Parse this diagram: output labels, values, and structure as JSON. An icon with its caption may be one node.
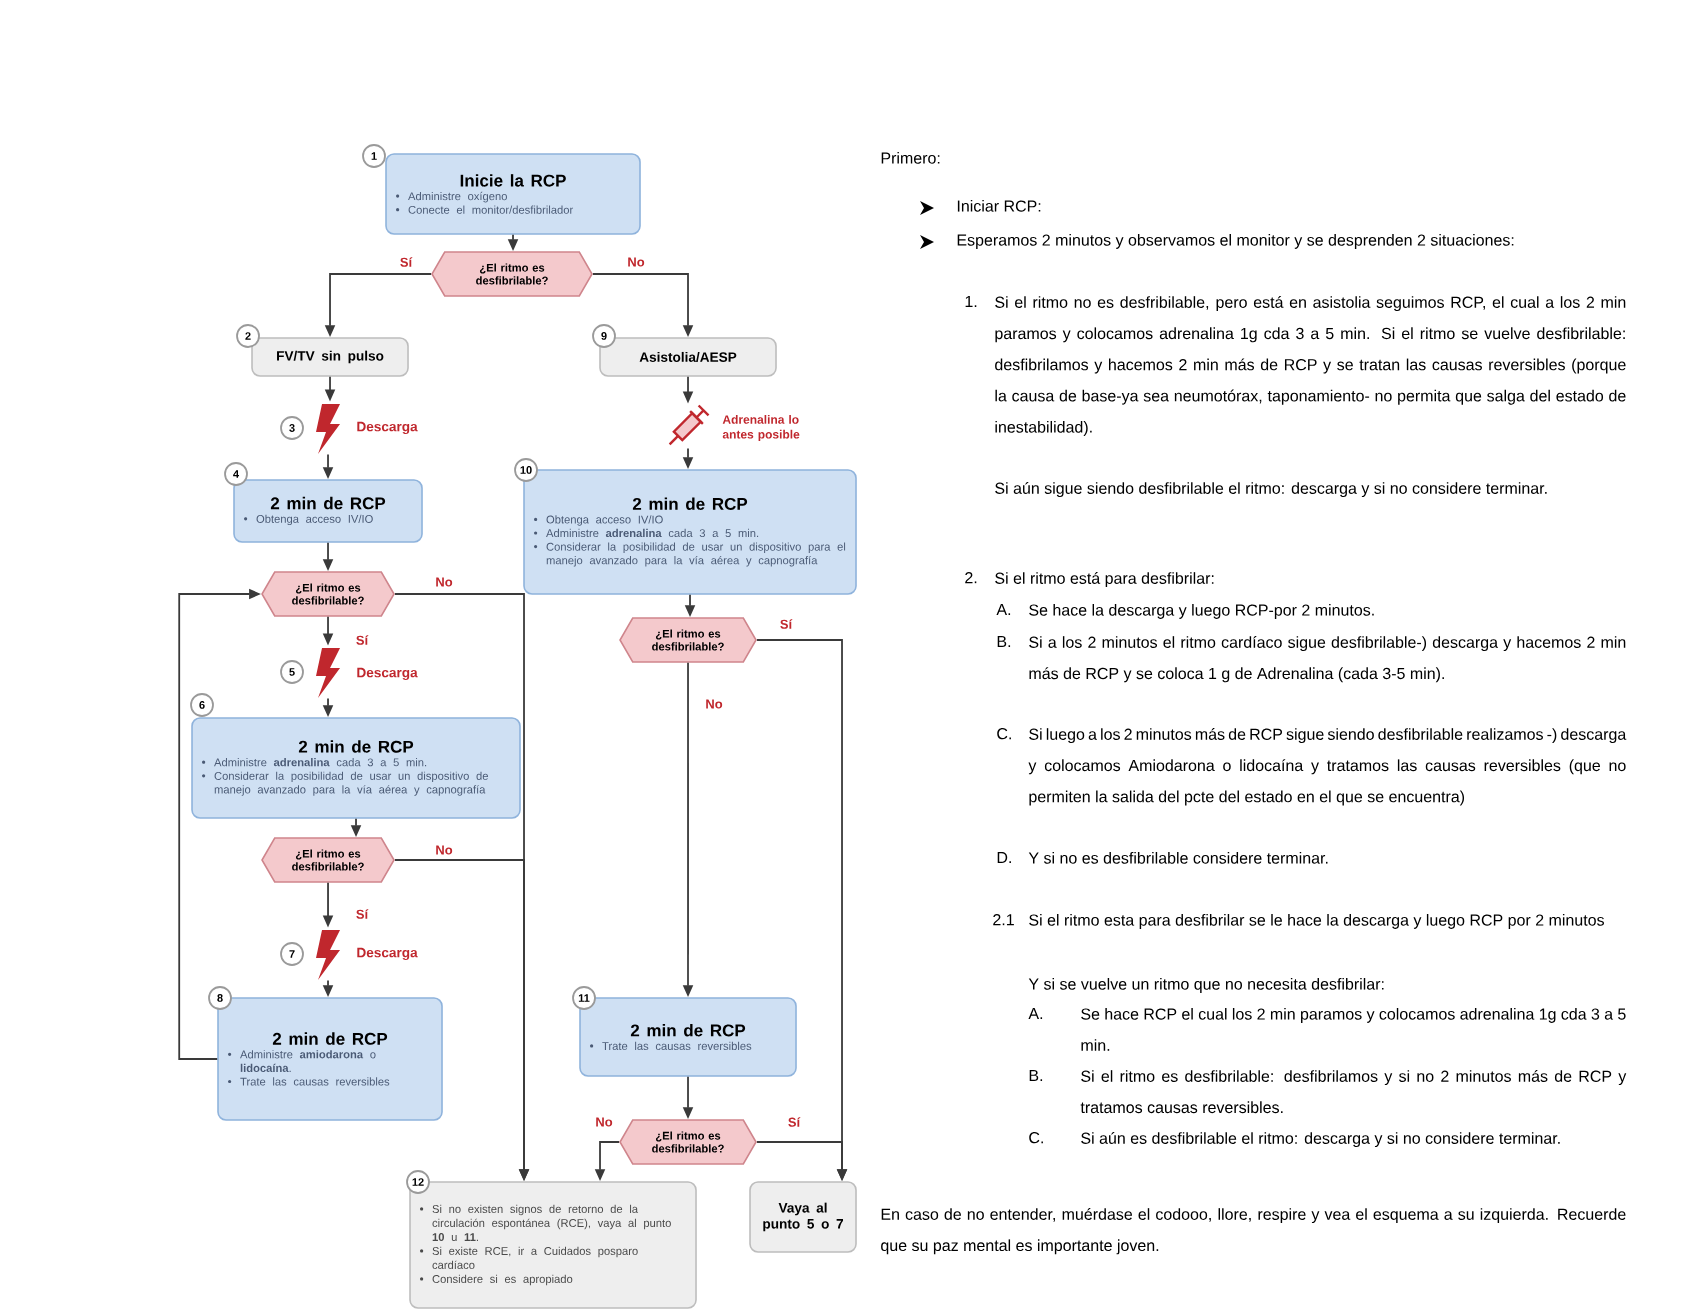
{
  "diagram": {
    "nodes": [
      {
        "text": [
          "Inicie la RCP",
          "Administre oxígeno",
          "Conecte el monitor/desfibrilador"
        ],
        "beside": [
          "1"
        ]
      },
      {
        "text": [
          "¿El ritmo es desfibrilable?"
        ]
      },
      {
        "text": [
          "FV/TV sin pulso"
        ],
        "beside": [
          "2"
        ]
      },
      {
        "text": [],
        "shape": "lightning",
        "beside": [
          "3",
          "Descarga"
        ]
      },
      {
        "text": [
          "2 min de RCP",
          "Obtenga acceso IV/IO"
        ],
        "beside": [
          "4"
        ]
      },
      {
        "text": [
          "¿El ritmo es desfibrilable?"
        ]
      },
      {
        "text": [],
        "shape": "lightning",
        "beside": [
          "5",
          "Descarga"
        ]
      },
      {
        "text": [
          "2 min de RCP",
          "Administre **adrenalina** cada 3 a 5 min.",
          "Considerar la posibilidad de usar un dispositivo de manejo avanzado para la vía aérea y capnografía"
        ],
        "beside": [
          "6"
        ]
      },
      {
        "text": [
          "¿El ritmo es desfibrilable?"
        ]
      },
      {
        "text": [],
        "shape": "lightning",
        "beside": [
          "7",
          "Descarga"
        ]
      },
      {
        "text": [
          "2 min de RCP",
          "Administre **amiodarona** o **lidocaína**.",
          "Trate las causas reversibles"
        ],
        "beside": [
          "8"
        ]
      },
      {
        "text": [
          "Asistolia/AESP"
        ],
        "beside": [
          "9"
        ]
      },
      {
        "text": [],
        "shape": "syringe",
        "beside": [
          "Adrenalina lo antes posible"
        ]
      },
      {
        "text": [
          "2 min de RCP",
          "Obtenga acceso IV/IO",
          "Administre **adrenalina** cada 3 a 5 min.",
          "Considerar la posibilidad de usar un dispositivo para el manejo avanzado para la vía aérea y capnografía"
        ],
        "beside": [
          "10"
        ]
      },
      {
        "text": [
          "¿El ritmo es desfibrilable?"
        ]
      },
      {
        "text": [
          "2 min de RCP",
          "Trate las causas reversibles"
        ],
        "beside": [
          "11"
        ]
      },
      {
        "text": [
          "¿El ritmo es desfibrilable?"
        ]
      },
      {
        "text": [
          "Si no existen signos de retorno de la circulación espontánea (RCE), vaya al punto **10** u **11**.",
          "Si existe RCE, ir a Cuidados posparo cardíaco",
          "Considere si es apropiado"
        ],
        "beside": [
          "12"
        ]
      },
      {
        "text": [
          "Vaya al punto 5 o 7"
        ]
      }
    ],
    "edges": [
      {
        "from": 0,
        "to": 1,
        "arrow": "to"
      },
      {
        "from": 1,
        "to": 2,
        "arrow": "to",
        "label": "Sí"
      },
      {
        "from": 1,
        "to": 11,
        "arrow": "to",
        "label": "No"
      },
      {
        "from": 2,
        "to": 3,
        "arrow": "to"
      },
      {
        "from": 3,
        "to": 4,
        "arrow": "to"
      },
      {
        "from": 4,
        "to": 5,
        "arrow": "to"
      },
      {
        "from": 5,
        "to": 6,
        "arrow": "to",
        "label": "Sí"
      },
      {
        "from": 5,
        "to": 17,
        "arrow": "to",
        "label": "No"
      },
      {
        "from": 6,
        "to": 7,
        "arrow": "to"
      },
      {
        "from": 7,
        "to": 8,
        "arrow": "to"
      },
      {
        "from": 8,
        "to": 9,
        "arrow": "to",
        "label": "Sí"
      },
      {
        "from": 8,
        "to": 17,
        "arrow": "to",
        "label": "No"
      },
      {
        "from": 9,
        "to": 10,
        "arrow": "to"
      },
      {
        "from": 10,
        "to": 5,
        "arrow": "to"
      },
      {
        "from": 11,
        "to": 12,
        "arrow": "to"
      },
      {
        "from": 12,
        "to": 13,
        "arrow": "to"
      },
      {
        "from": 13,
        "to": 14,
        "arrow": "to"
      },
      {
        "from": 14,
        "to": 18,
        "arrow": "to",
        "label": "Sí"
      },
      {
        "from": 14,
        "to": 15,
        "arrow": "to",
        "label": "No"
      },
      {
        "from": 15,
        "to": 16,
        "arrow": "to"
      },
      {
        "from": 16,
        "to": 17,
        "arrow": "to",
        "label": "No"
      },
      {
        "from": 16,
        "to": 18,
        "arrow": "to",
        "label": "Sí"
      }
    ],
    "labels": [
      "Primero:",
      "Iniciar RCP:",
      "Esperamos 2 minutos y observamos el monitor y se desprenden 2 situaciones:",
      "1.",
      "Si el ritmo no es desfribilable, pero está en asistolia seguimos RCP, el cual a los 2 min paramos y colocamos adrenalina 1g cda 3 a 5 min. Si el ritmo se vuelve desfibrilable: desfibrilamos y hacemos 2 min más de RCP y se tratan las causas reversibles (porque la causa de base-ya sea neumotórax, taponamiento- no permita que salga del estado de inestabilidad).",
      "Si aún sigue siendo desfibrilable el ritmo: descarga y si no considere terminar.",
      "2.",
      "Si el ritmo está para desfibrilar:",
      "A.",
      "Se hace la descarga y luego RCP-por 2 minutos.",
      "B.",
      "Si a los 2 minutos el ritmo cardíaco sigue desfibrilable-) descarga y hacemos 2 min más de RCP y se coloca 1 g de Adrenalina (cada 3-5 min).",
      "C.",
      "Si luego a los 2 minutos más de RCP sigue siendo desfibrilable realizamos -) descarga y colocamos Amiodarona o lidocaína y tratamos las causas reversibles (que no permiten la salida del pcte del estado en el que se encuentra)",
      "D.",
      "Y si no es desfibrilable considere terminar.",
      "2.1",
      "Si el ritmo esta para desfibrilar se le hace la descarga y luego RCP por 2 minutos",
      "Y si se vuelve un ritmo que no necesita desfibrilar:",
      "A.",
      "Se hace RCP el cual los 2 min paramos y colocamos adrenalina 1g cda 3 a 5 min.",
      "B.",
      "Si el ritmo es desfibrilable: desfibrilamos y si no 2 minutos más de RCP y tratamos causas reversibles.",
      "C.",
      "Si aún es desfibrilable el ritmo: descarga y si no considere terminar.",
      "En caso de no entender, muérdase el codooo, llore, respire y vea el esquema a su izquierda. Recuerde que su paz mental es importante joven."
    ]
  }
}
